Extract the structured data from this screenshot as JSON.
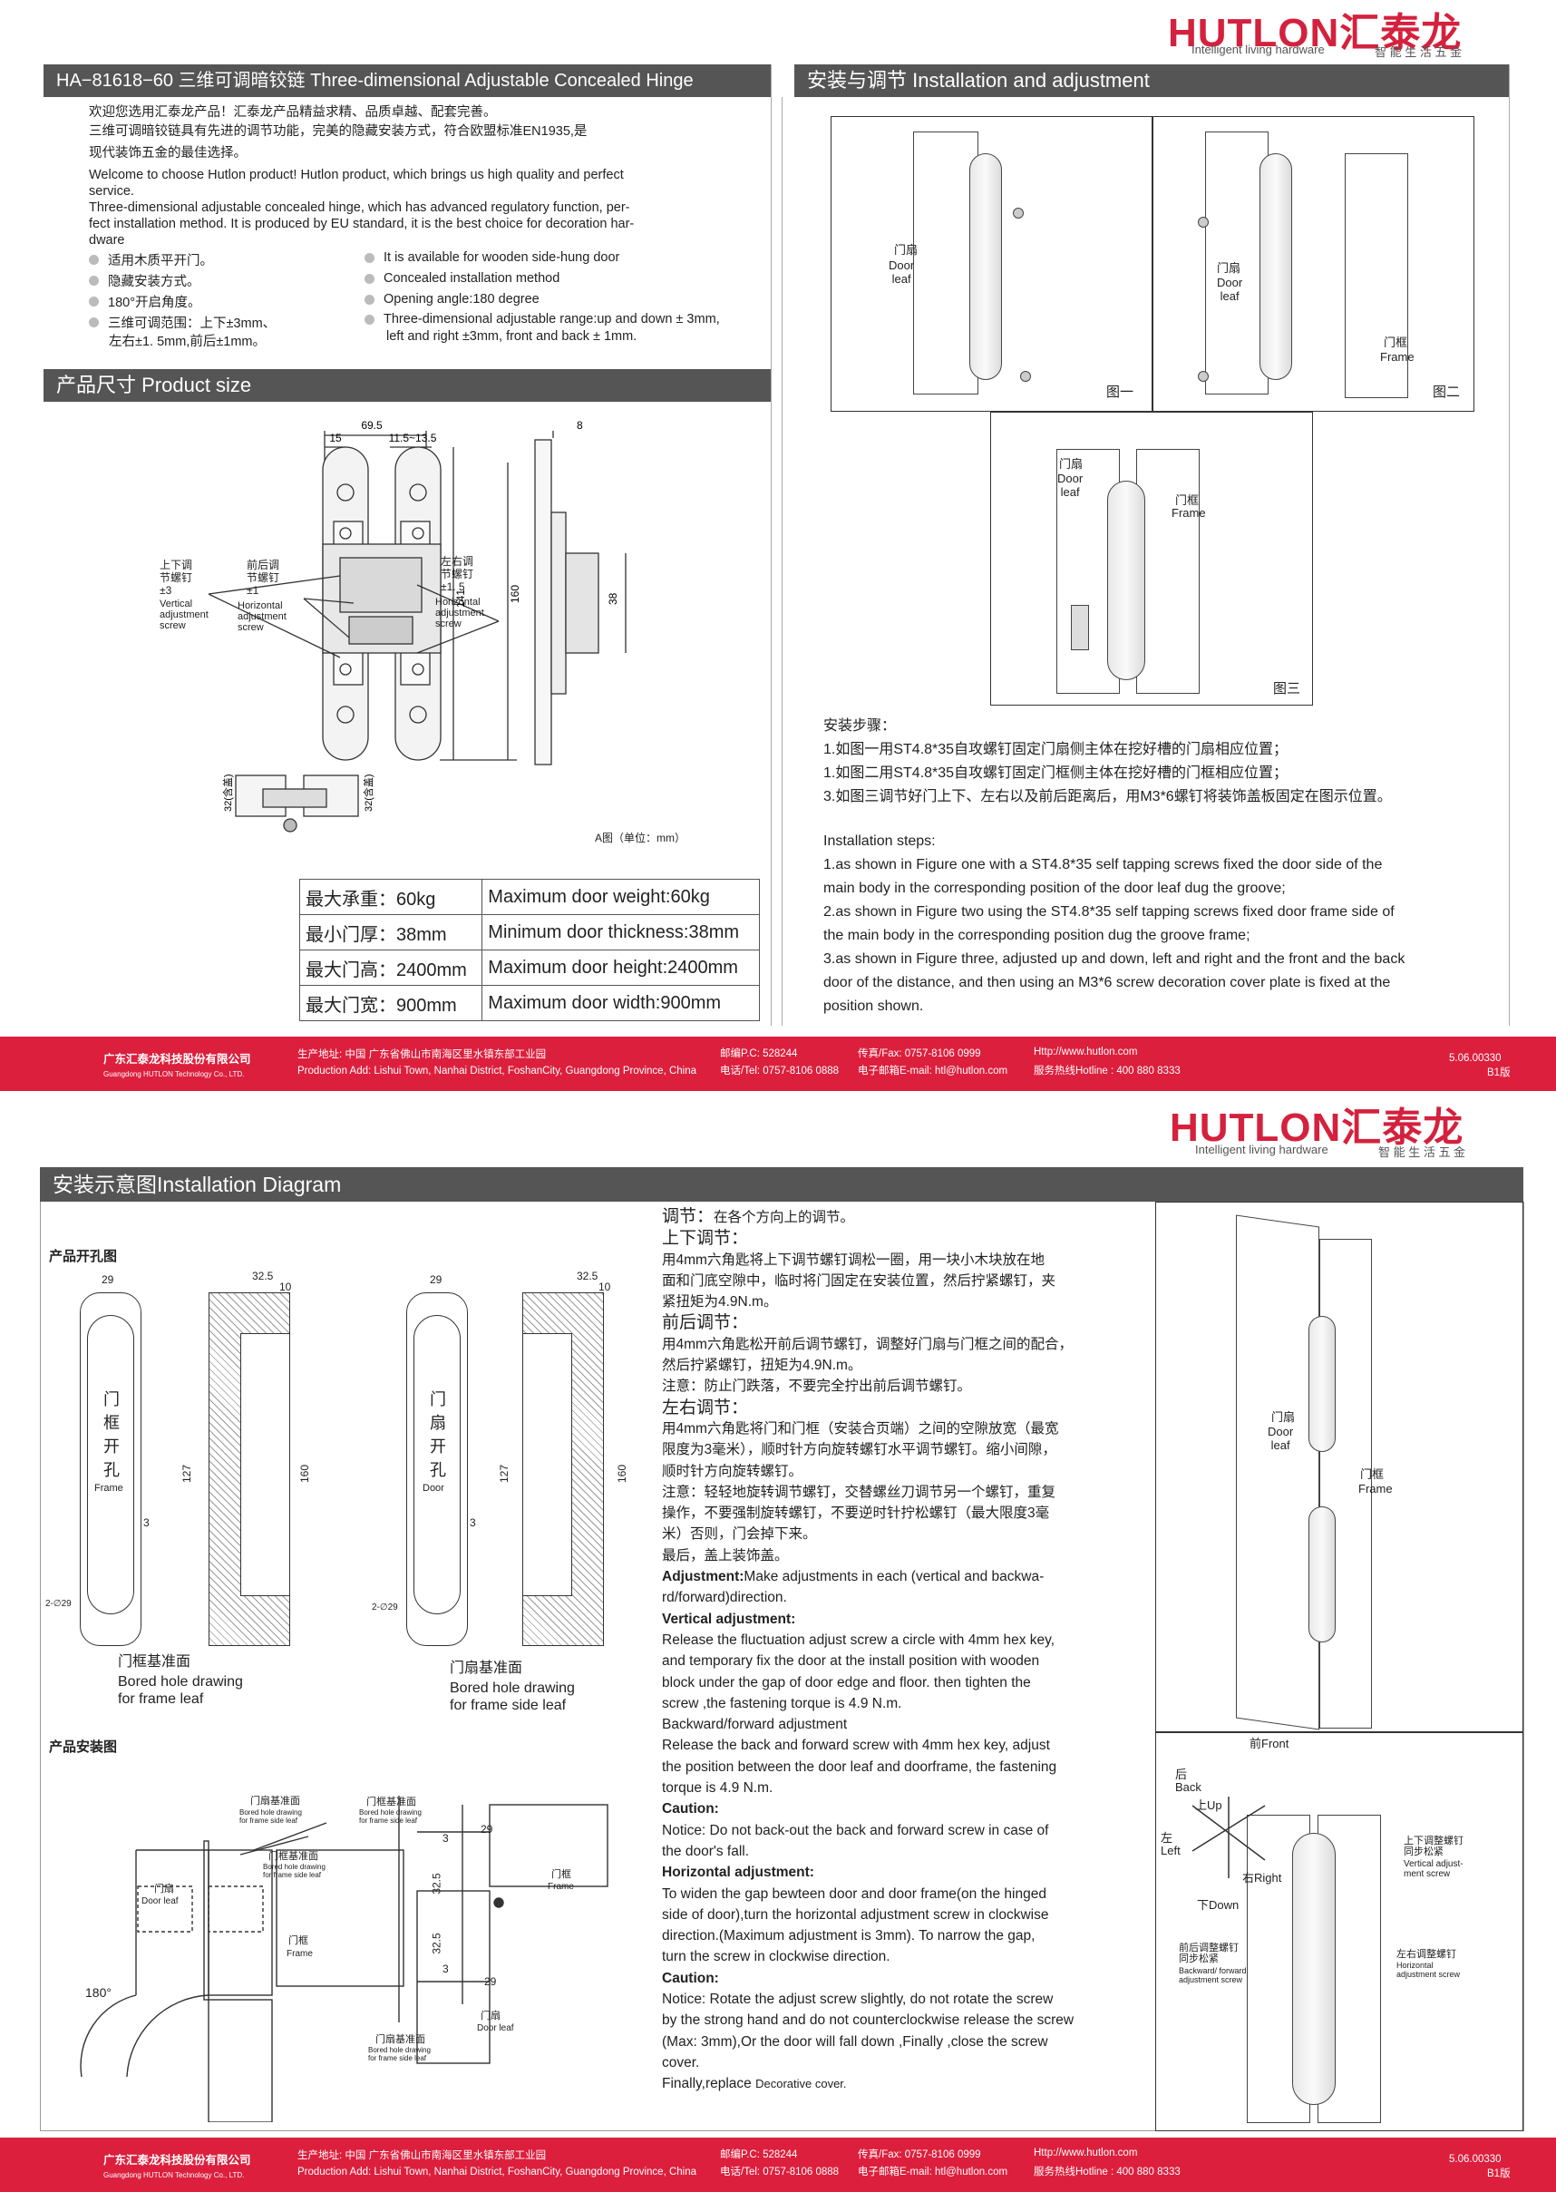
{
  "brand": {
    "logo": "HUTLON汇泰龙",
    "tagline_en": "Intelligent living hardware",
    "tagline_cn": "智 能 生 活 五 金"
  },
  "page1": {
    "title_bar": "HA−81618−60 三维可调暗铰链 Three-dimensional Adjustable Concealed Hinge",
    "install_bar": "安装与调节  Installation and adjustment",
    "intro_cn_1": "欢迎您选用汇泰龙产品！汇泰龙产品精益求精、品质卓越、配套完善。",
    "intro_cn_2": "三维可调暗铰链具有先进的调节功能，完美的隐藏安装方式，符合欧盟标准EN1935,是",
    "intro_cn_3": "现代装饰五金的最佳选择。",
    "intro_en_1": "Welcome to choose Hutlon product!  Hutlon product, which brings us high quality and perfect",
    "intro_en_2": "service.",
    "intro_en_3": "Three-dimensional adjustable concealed hinge, which has advanced regulatory function, per-",
    "intro_en_4": "fect installation method. It is produced by EU standard, it is the best choice for decoration har-",
    "intro_en_5": "dware",
    "features_cn": [
      "适用木质平开门。",
      "隐藏安装方式。",
      "180°开启角度。",
      "三维可调范围：上下±3mm、"
    ],
    "features_cn_5": "左右±1. 5mm,前后±1mm。",
    "features_en": [
      "It is available for wooden side-hung door",
      "Concealed installation method",
      "Opening angle:180 degree",
      "Three-dimensional adjustable range:up and down ± 3mm,"
    ],
    "features_en_5": "left and right  ±3mm, front and back ± 1mm.",
    "size_bar": "产品尺寸  Product size",
    "dims": {
      "d695": "69.5",
      "d15": "15",
      "d115": "11.5~13.5",
      "d8": "8",
      "d141": "141",
      "d160": "160",
      "d38": "38",
      "d32a": "32(含盖)",
      "d32b": "32(含盖)"
    },
    "labels": {
      "vert_cn": "上下调\n节螺钉\n±3",
      "vert_en": "Vertical\nadjustment\nscrew",
      "fb_cn": "前后调\n节螺钉\n±1",
      "fb_en": "Horizontal\nadjustment\nscrew",
      "lr_cn": "左右调\n节螺钉\n±1. 5",
      "lr_en": "Horizontal\nadjustment\nscrew",
      "fig_a": "A图（单位：mm）"
    },
    "specs": [
      {
        "cn": "最大承重：60kg",
        "en": "Maximum door weight:60kg"
      },
      {
        "cn": "最小门厚：38mm",
        "en": "Minimum door thickness:38mm"
      },
      {
        "cn": "最大门高：2400mm",
        "en": "Maximum door height:2400mm"
      },
      {
        "cn": "最大门宽：900mm",
        "en": "Maximum door width:900mm"
      }
    ],
    "fig": {
      "one": "图一",
      "two": "图二",
      "three": "图三",
      "door_leaf_cn": "门扇",
      "door_leaf_en": "Door\nleaf",
      "frame_cn": "门框",
      "frame_en": "Frame"
    },
    "steps_cn_title": "安装步骤：",
    "steps_cn": [
      "1.如图一用ST4.8*35自攻螺钉固定门扇侧主体在挖好槽的门扇相应位置；",
      "1.如图二用ST4.8*35自攻螺钉固定门框侧主体在挖好槽的门框相应位置；",
      "3.如图三调节好门上下、左右以及前后距离后，用M3*6螺钉将装饰盖板固定在图示位置。"
    ],
    "steps_en_title": "Installation steps:",
    "steps_en": [
      "1.as shown in Figure one with a ST4.8*35 self tapping screws fixed the door side of the",
      "main body in the corresponding position of the door leaf dug the groove;",
      "2.as shown in Figure two using the ST4.8*35 self tapping screws fixed door frame side of",
      "the main body in the corresponding position dug the groove frame;",
      "3.as shown in Figure three, adjusted up and down, left and right and the front and the back",
      "door of the distance, and then using an M3*6 screw decoration cover plate is fixed at the",
      "position shown."
    ]
  },
  "footer": {
    "company_cn": "广东汇泰龙科技股份有限公司",
    "company_en": "Guangdong HUTLON Technology Co., LTD.",
    "addr_cn": "生产地址: 中国 广东省佛山市南海区里水镇东部工业园",
    "addr_en": "Production Add: Lishui Town, Nanhai District, FoshanCity, Guangdong Province, China",
    "pc": "邮编P.C: 528244",
    "tel": "电话/Tel: 0757-8106 0888",
    "fax": "传真/Fax: 0757-8106 0999",
    "email": "电子邮箱E-mail: htl@hutlon.com",
    "web": "Http://www.hutlon.com",
    "hotline": "服务热线Hotline : 400 880 8333",
    "code": "5.06.00330",
    "ver": "B1版"
  },
  "page2": {
    "bar": "安装示意图Installation Diagram",
    "open_title": "产品开孔图",
    "install_title": "产品安装图",
    "dims": {
      "d29": "29",
      "d325": "32.5",
      "d10": "10",
      "d127": "127",
      "d160": "160",
      "d3": "3",
      "dphi": "2-∅29",
      "d325b": "32.5",
      "d29b": "29",
      "d3b": "3"
    },
    "slot_frame": [
      "门",
      "框",
      "开",
      "孔"
    ],
    "slot_frame_en": "Frame",
    "slot_door": [
      "门",
      "扇",
      "开",
      "孔"
    ],
    "slot_door_en": "Door",
    "cap_frame_cn": "门框基准面",
    "cap_frame_en": "Bored hole drawing\nfor frame leaf",
    "cap_door_cn": "门扇基准面",
    "cap_door_en": "Bored hole drawing\nfor frame side leaf",
    "inst": {
      "bh1_cn": "门扇基准面",
      "bh_en": "Bored hole drawing\nfor frame side leaf",
      "bh2_cn": "门框基准面",
      "bh3_cn": "门框基准面",
      "bh4_cn": "门扇基准面",
      "door_cn": "门扇",
      "door_en": "Door leaf",
      "frame_cn": "门框",
      "frame_en": "Frame",
      "angle": "180°"
    },
    "adj": {
      "t0_a": "调节：",
      "t0_b": "在各个方向上的调节。",
      "t1": "上下调节：",
      "p1": [
        "用4mm六角匙将上下调节螺钉调松一圈，用一块小木块放在地",
        "面和门底空隙中，临时将门固定在安装位置，然后拧紧螺钉，夹",
        "紧扭矩为4.9N.m。"
      ],
      "t2": "前后调节：",
      "p2": [
        "用4mm六角匙松开前后调节螺钉，调整好门扇与门框之间的配合，",
        "然后拧紧螺钉，扭矩为4.9N.m。",
        "注意：防止门跌落，不要完全拧出前后调节螺钉。"
      ],
      "t3": "左右调节：",
      "p3": [
        "用4mm六角匙将门和门框（安装合页端）之间的空隙放宽（最宽",
        "限度为3毫米），顺时针方向旋转螺钉水平调节螺钉。缩小间隙，",
        "顺时针方向旋转螺钉。",
        "注意：轻轻地旋转调节螺钉，交替螺丝刀调节另一个螺钉，重复",
        "操作，不要强制旋转螺钉，不要逆时针拧松螺钉（最大限度3毫",
        "米）否则，门会掉下来。",
        "最后，盖上装饰盖。"
      ],
      "e1_b": "Adjustment:",
      "e1_r": "Make adjustments in each (vertical and backwa-",
      "e1_2": "rd/forward)direction.",
      "e2": "Vertical adjustment:",
      "p4": [
        "Release the fluctuation adjust screw a circle with 4mm hex key,",
        "and temporary fix the door at the install position with wooden",
        "block under the gap of door edge and floor. then tighten the",
        "screw ,the fastening torque is 4.9 N.m.",
        "Backward/forward adjustment",
        "Release the back and forward screw with 4mm hex key, adjust",
        "the position between the door leaf and doorframe, the fastening",
        "torque is 4.9 N.m."
      ],
      "e3": "Caution:",
      "p5": [
        "Notice: Do not back-out the back and forward screw in case of",
        "the door's fall."
      ],
      "e4": "Horizontal adjustment:",
      "p6": [
        "To widen the gap bewteen door and door frame(on the hinged",
        "side of door),turn the horizontal adjustment screw in clockwise",
        "direction.(Maximum adjustment is 3mm). To  narrow the gap,",
        "turn the screw  in clockwise direction."
      ],
      "e5": "Caution:",
      "p7": [
        "Notice: Rotate the adjust screw slightly, do not rotate the screw",
        "by the strong hand and do not counterclockwise release the screw",
        "(Max: 3mm),Or the door will fall down ,Finally ,close the screw",
        "cover."
      ],
      "fin_a": "Finally,replace ",
      "fin_b": "Decorative cover."
    },
    "right": {
      "door_cn": "门扇",
      "door_en": "Door\nleaf",
      "frame_cn": "门框",
      "frame_en": "Frame",
      "front": "前Front",
      "back": "后\nBack",
      "up": "上Up",
      "left": "左\nLeft",
      "right": "右Right",
      "down": "下Down",
      "vert_cn": "上下调整螺钉\n同步松紧",
      "vert_en": "Vertical adjust-\nment screw",
      "fb_cn": "前后调整螺钉\n同步松紧",
      "fb_en": "Backward/ forward\nadjustment screw",
      "lr_cn": "左右调整螺钉",
      "lr_en": "Horizontal\nadjustment screw"
    }
  }
}
